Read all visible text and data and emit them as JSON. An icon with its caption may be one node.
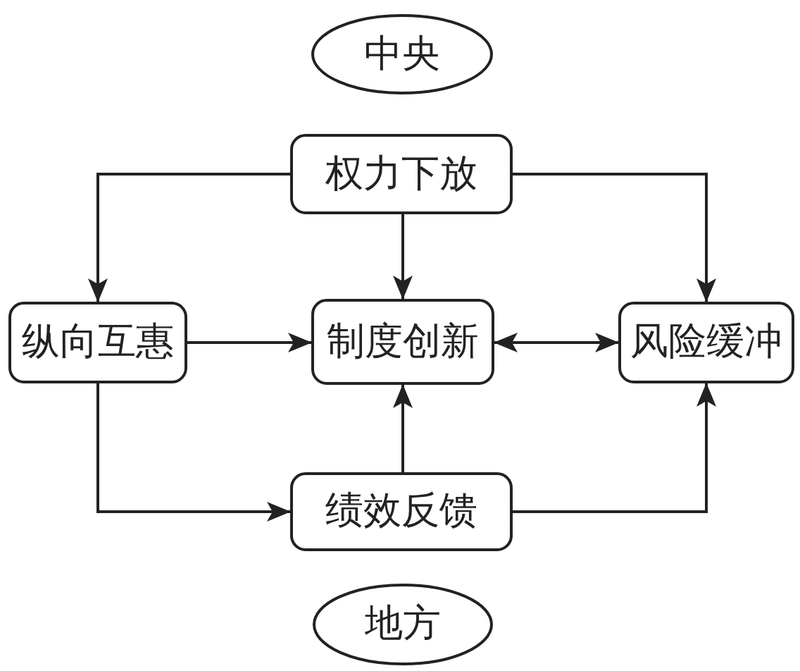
{
  "diagram": {
    "nodes": [
      {
        "text": [
          "中央"
        ]
      },
      {
        "text": [
          "权力下放"
        ]
      },
      {
        "text": [
          "纵向互惠"
        ]
      },
      {
        "text": [
          "制度创新"
        ]
      },
      {
        "text": [
          "风险缓冲"
        ]
      },
      {
        "text": [
          "绩效反馈"
        ]
      },
      {
        "text": [
          "地方"
        ]
      }
    ],
    "edges": [
      {
        "from": 1,
        "to": 2,
        "arrow": "to"
      },
      {
        "from": 1,
        "to": 3,
        "arrow": "to"
      },
      {
        "from": 1,
        "to": 4,
        "arrow": "to"
      },
      {
        "from": 2,
        "to": 3,
        "arrow": "to"
      },
      {
        "from": 3,
        "to": 4,
        "arrow": "both"
      },
      {
        "from": 2,
        "to": 5,
        "arrow": "to"
      },
      {
        "from": 5,
        "to": 3,
        "arrow": "to"
      },
      {
        "from": 5,
        "to": 4,
        "arrow": "to"
      }
    ]
  }
}
